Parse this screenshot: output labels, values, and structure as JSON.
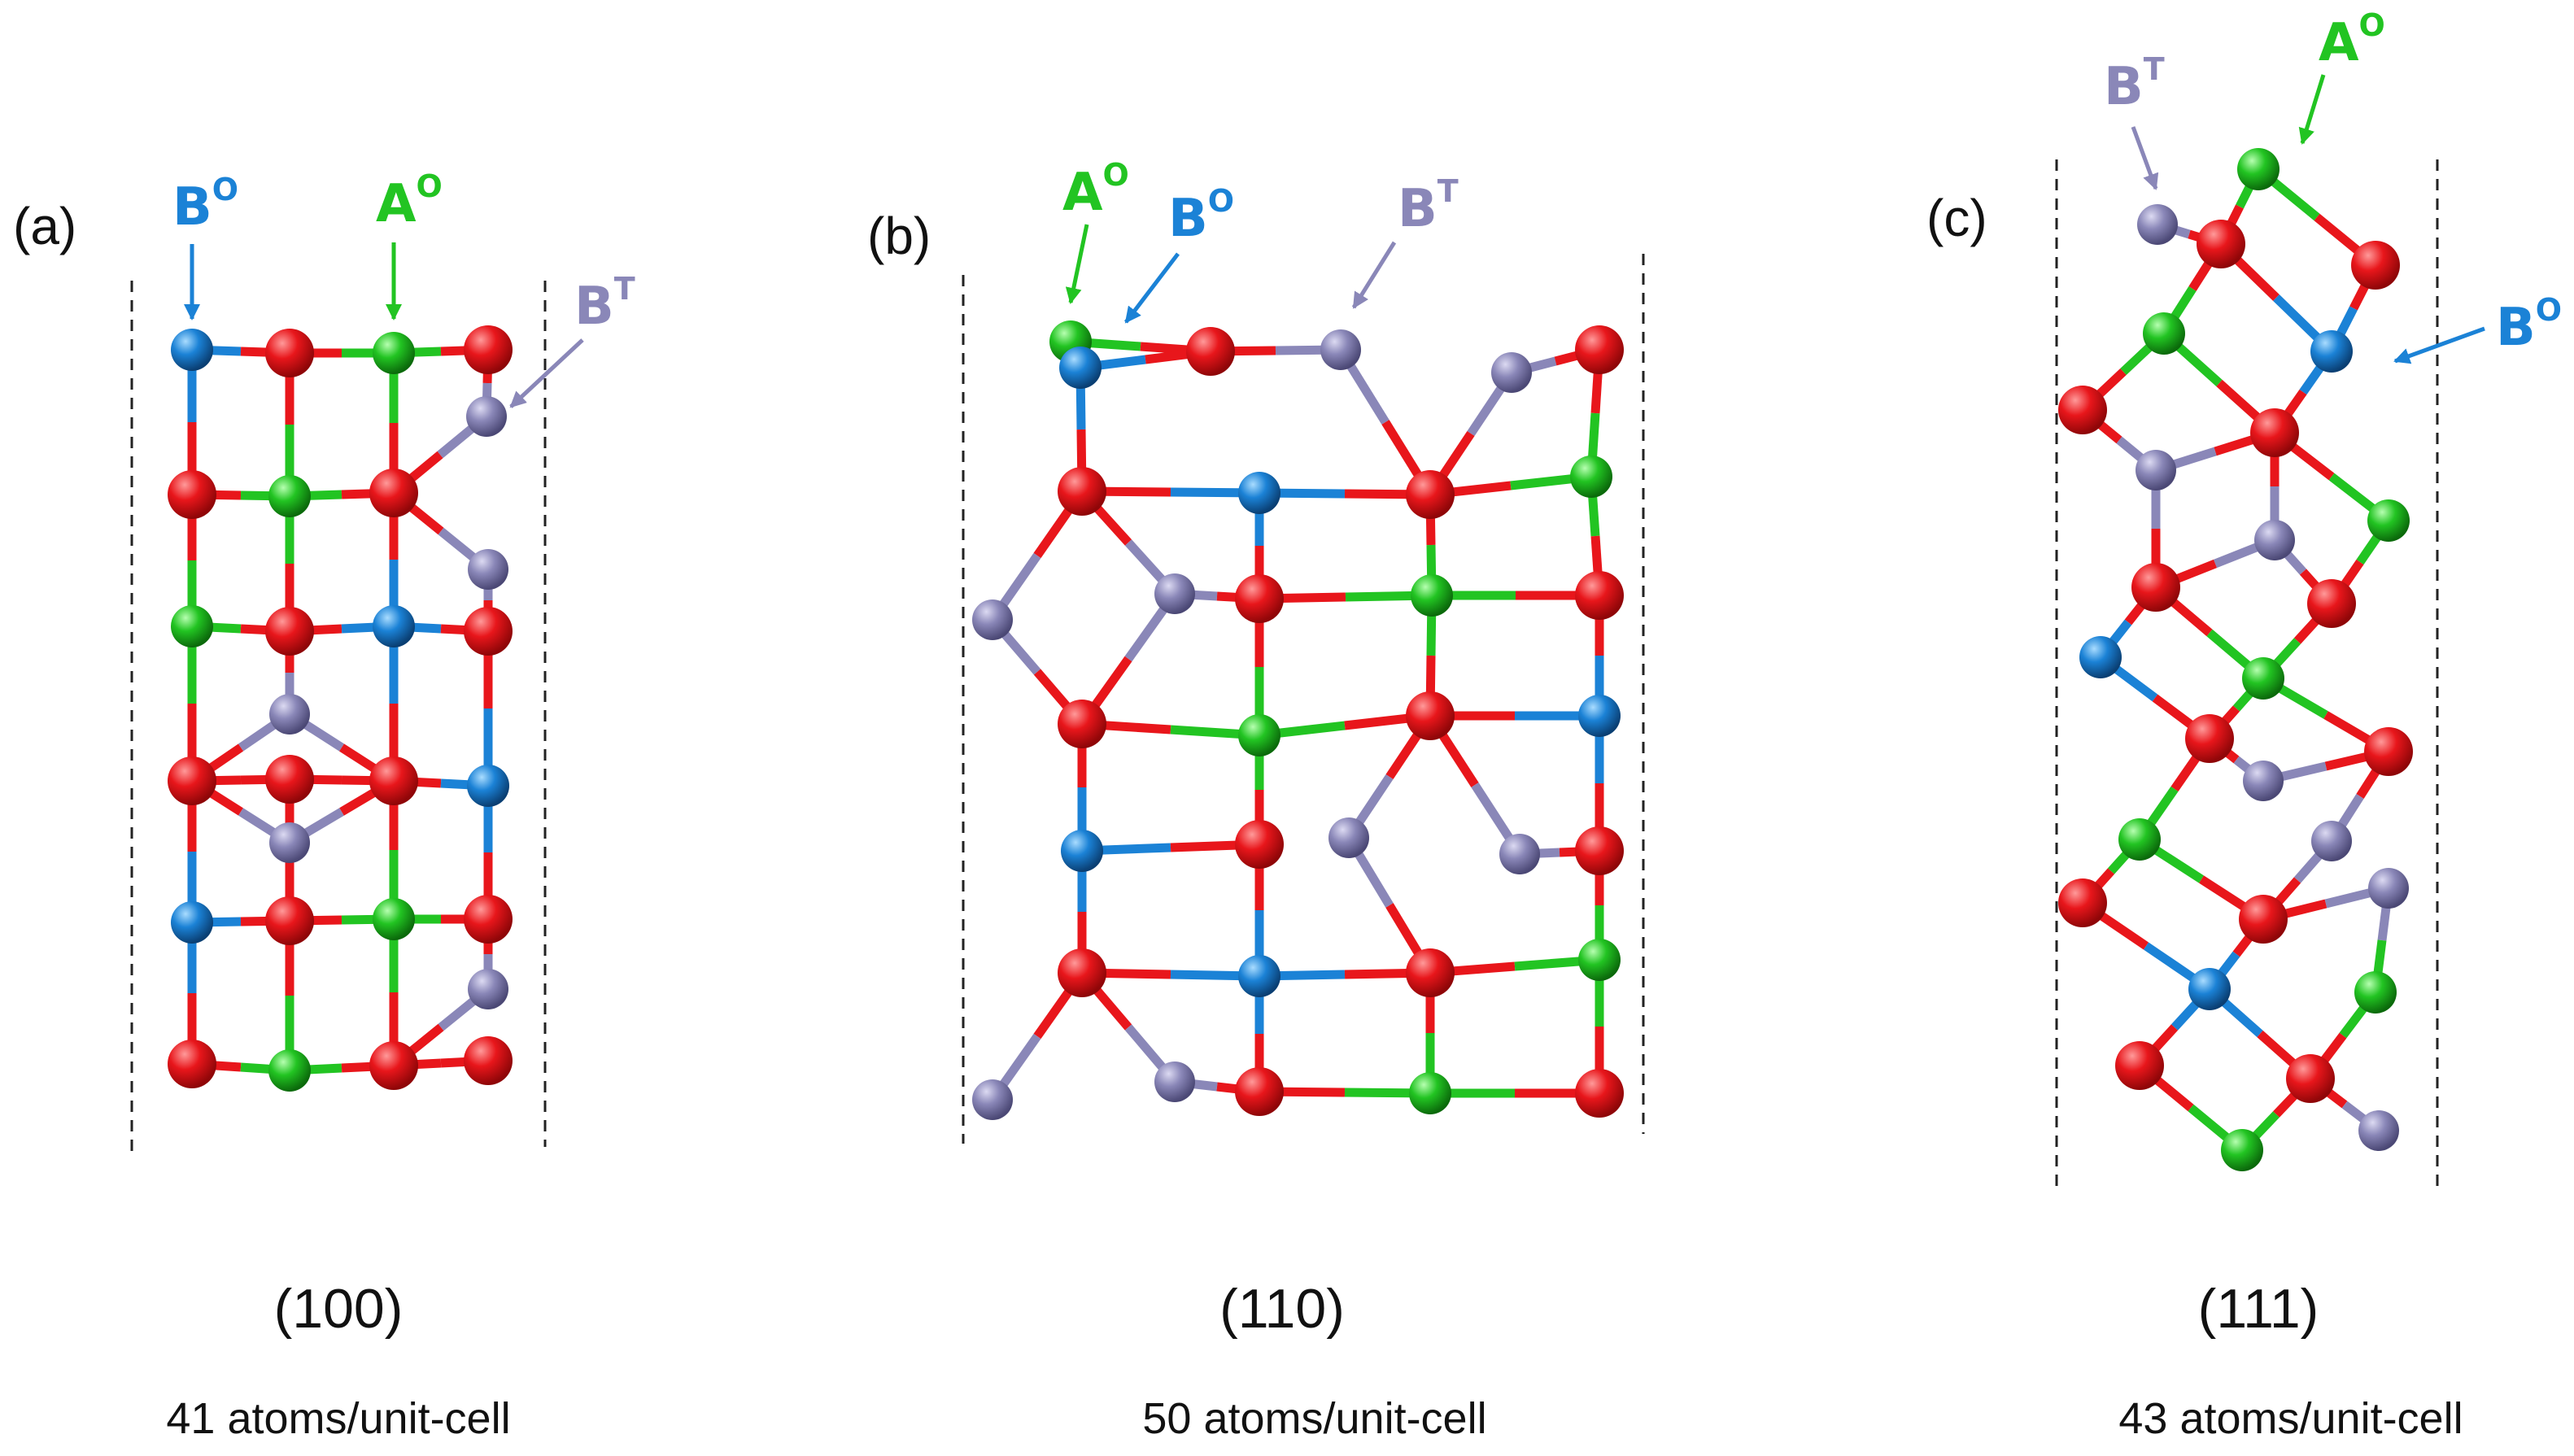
{
  "colors": {
    "oxygen": "#e8161b",
    "site_A_O": "#22c422",
    "site_B_O": "#1b82d6",
    "site_B_T": "#8a87b8",
    "text": "#111111",
    "background": "#ffffff"
  },
  "panels": [
    {
      "letter": "(a)",
      "facet": "(100)",
      "atom_count": "41 atoms/unit-cell",
      "labels": [
        {
          "base": "B",
          "sup": "O",
          "site": "B_O"
        },
        {
          "base": "A",
          "sup": "O",
          "site": "A_O"
        },
        {
          "base": "B",
          "sup": "T",
          "site": "B_T"
        }
      ]
    },
    {
      "letter": "(b)",
      "facet": "(110)",
      "atom_count": "50 atoms/unit-cell",
      "labels": [
        {
          "base": "A",
          "sup": "O",
          "site": "A_O"
        },
        {
          "base": "B",
          "sup": "O",
          "site": "B_O"
        },
        {
          "base": "B",
          "sup": "T",
          "site": "B_T"
        }
      ]
    },
    {
      "letter": "(c)",
      "facet": "(111)",
      "atom_count": "43 atoms/unit-cell",
      "labels": [
        {
          "base": "B",
          "sup": "T",
          "site": "B_T"
        },
        {
          "base": "A",
          "sup": "O",
          "site": "A_O"
        },
        {
          "base": "B",
          "sup": "O",
          "site": "B_O"
        }
      ]
    }
  ]
}
